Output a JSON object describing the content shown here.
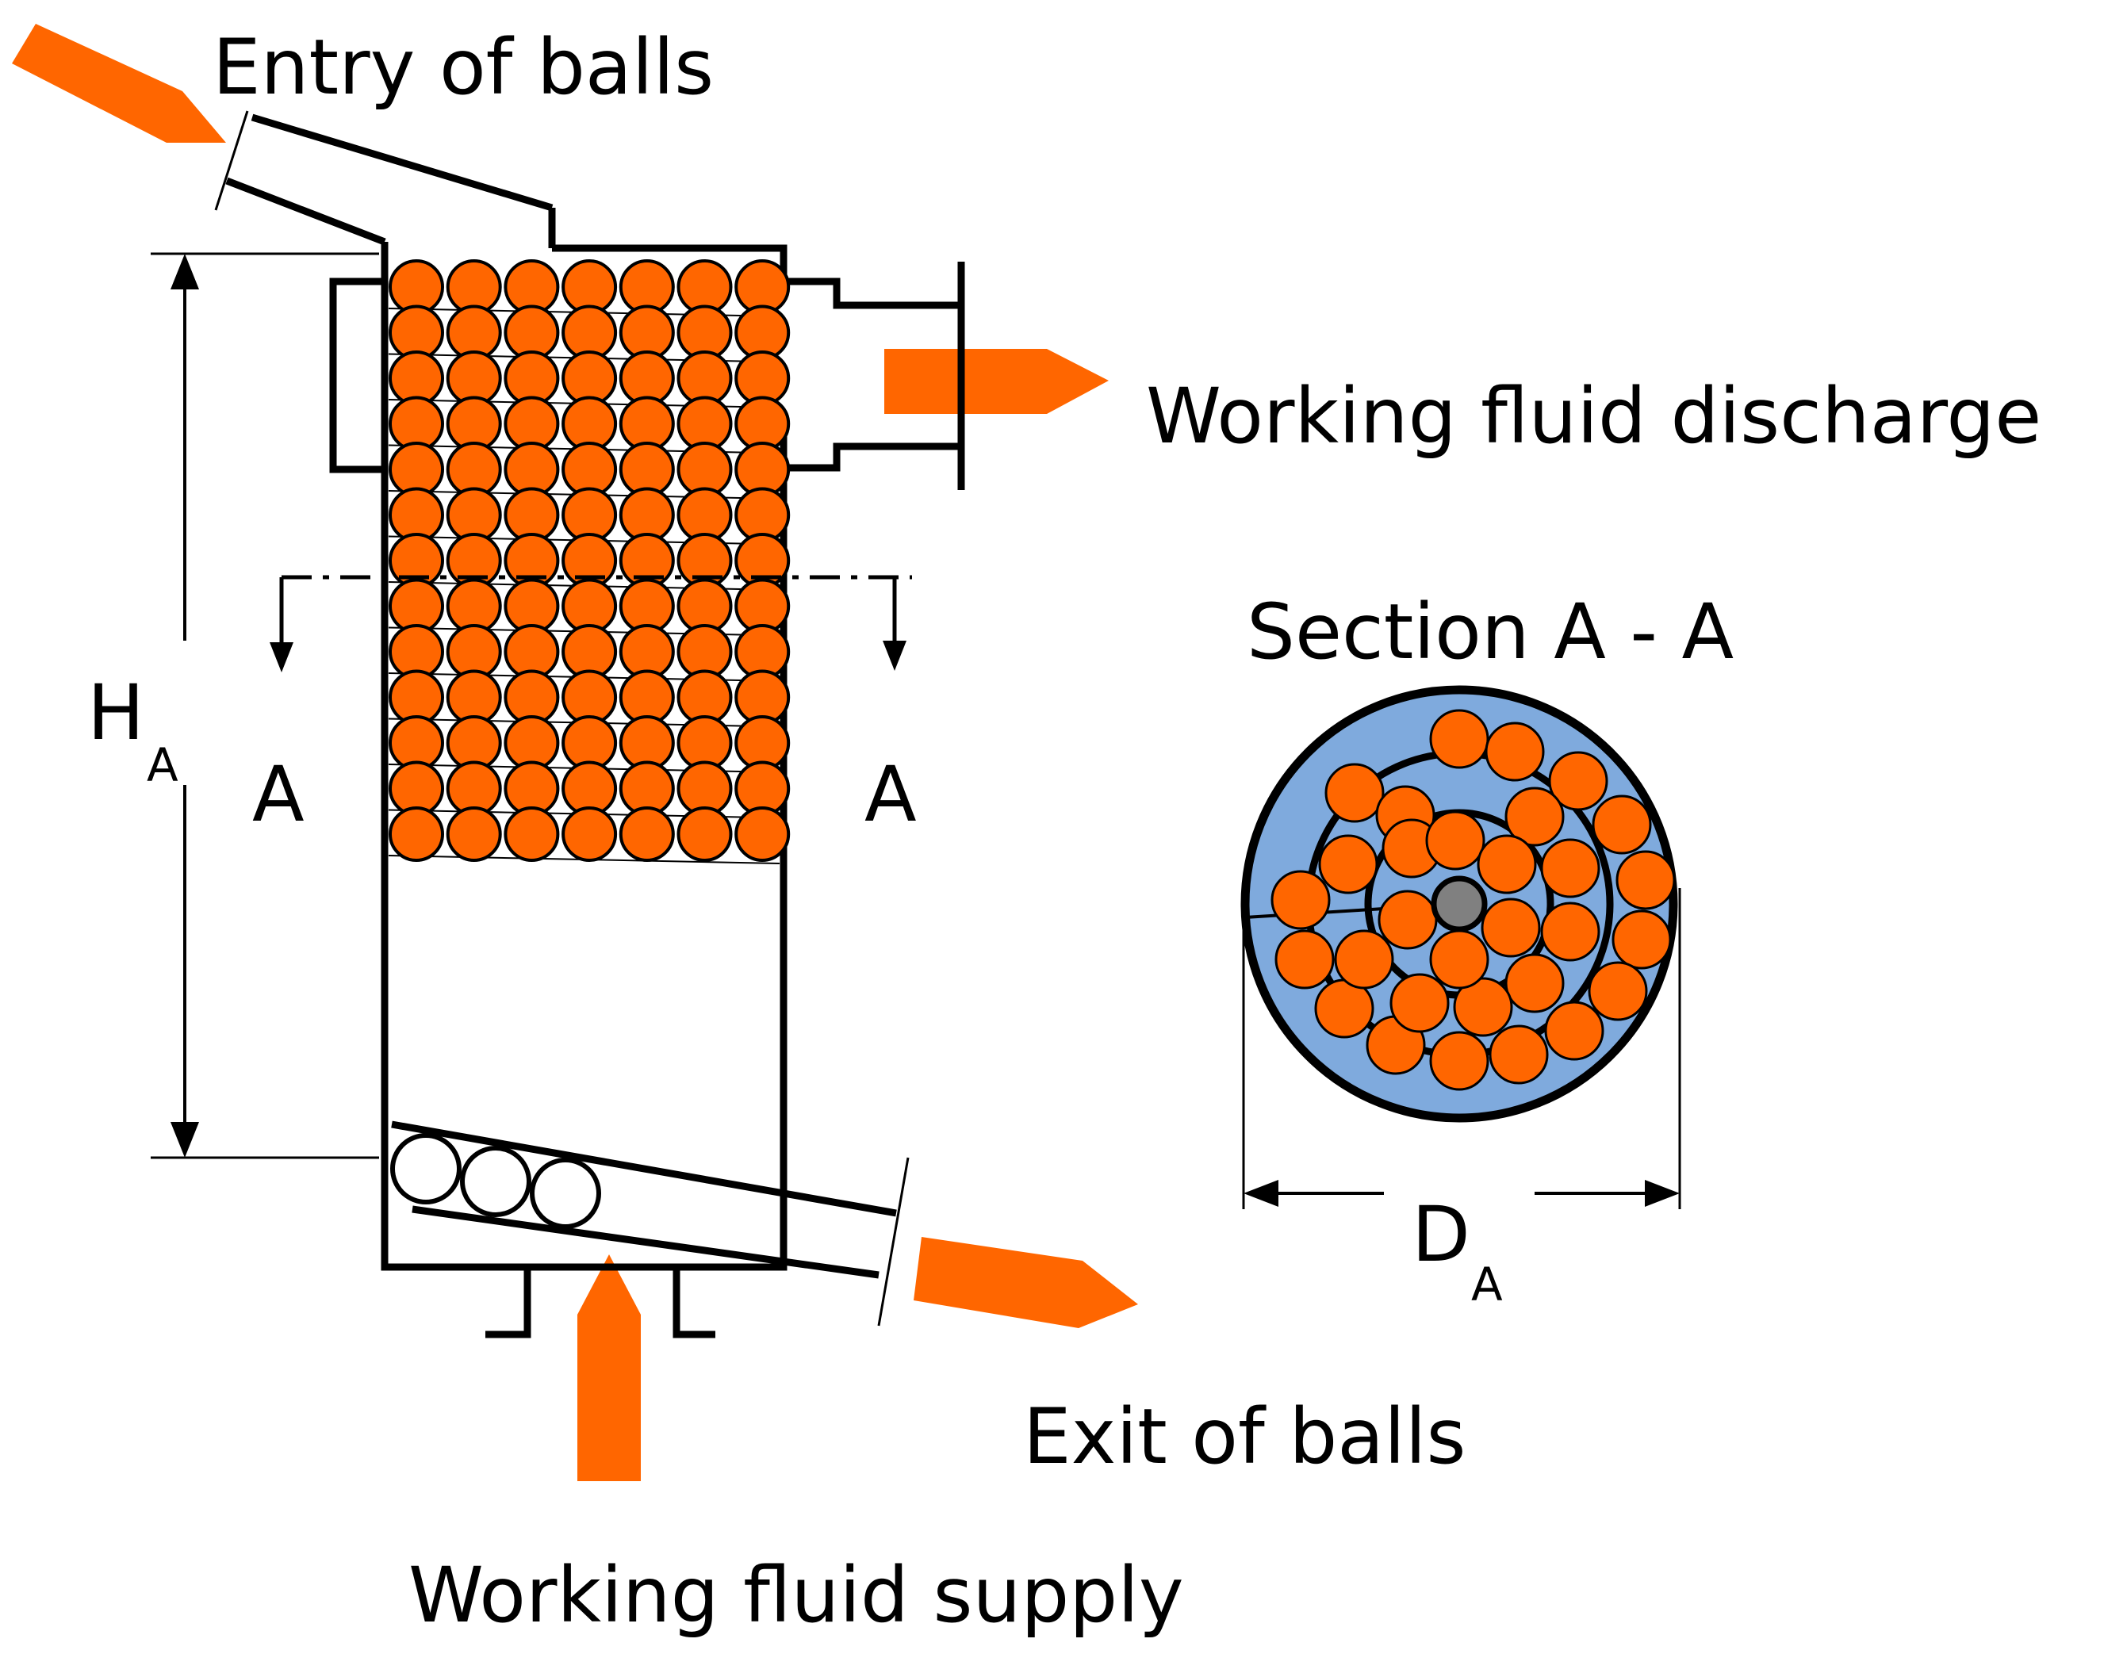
{
  "labels": {
    "entry": "Entry of balls",
    "discharge": "Working fluid discharge",
    "section": "Section A - A",
    "height_main": "H",
    "height_sub": "A",
    "section_mark_left": "A",
    "section_mark_right": "A",
    "diameter_main": "D",
    "diameter_sub": "A",
    "exit": "Exit of balls",
    "supply": "Working fluid supply"
  },
  "colors": {
    "ball": "#ff6600",
    "arrow": "#ff6600",
    "annulus": "#7faadd",
    "core": "#808080",
    "line": "#000000"
  },
  "icons": {
    "ball": "orange-circle",
    "flow_arrow": "orange-pointed-arrow"
  }
}
